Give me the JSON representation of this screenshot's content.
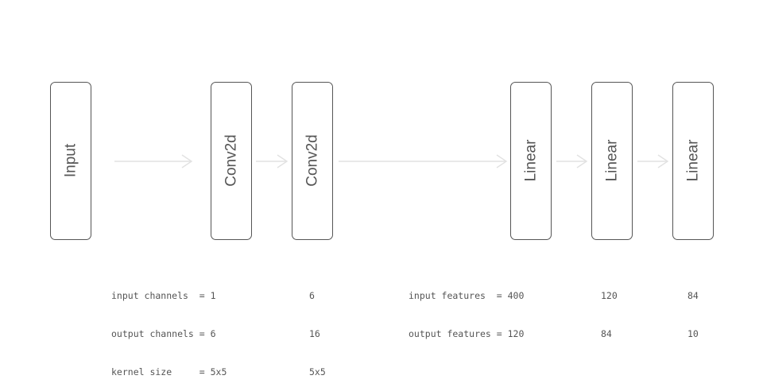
{
  "layers": [
    {
      "label": "Input"
    },
    {
      "label": "Conv2d"
    },
    {
      "label": "Conv2d"
    },
    {
      "label": "Linear"
    },
    {
      "label": "Linear"
    },
    {
      "label": "Linear"
    }
  ],
  "conv_params": {
    "line_1": "input channels  = 1",
    "line_2": "output channels = 6",
    "line_3": "kernel size     = 5x5"
  },
  "conv2_params": {
    "line_1": "6",
    "line_2": "16",
    "line_3": "5x5"
  },
  "linear1_params": {
    "line_1": "input features  = 400",
    "line_2": "output features = 120"
  },
  "linear2_params": {
    "line_1": "120",
    "line_2": "84"
  },
  "linear3_params": {
    "line_1": "84",
    "line_2": "10"
  },
  "colors": {
    "box_stroke": "#555555",
    "text": "#555555",
    "arrow": "#e2e2e2"
  }
}
